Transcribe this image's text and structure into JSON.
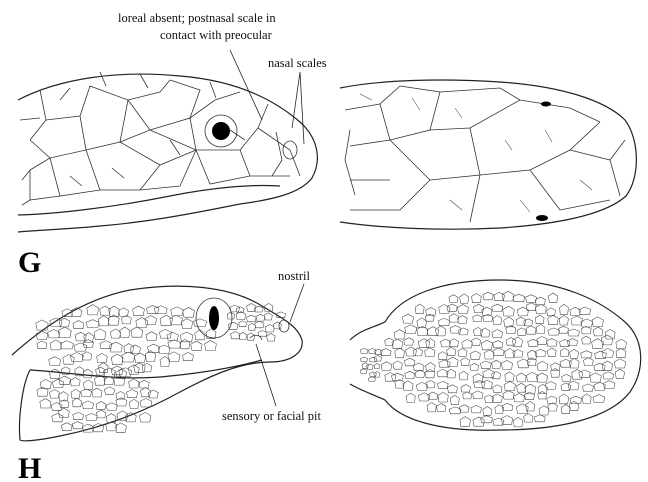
{
  "labels": {
    "loreal_line1": "loreal absent; postnasal scale in",
    "loreal_line2": "contact with preocular",
    "nasal_scales": "nasal scales",
    "nostril": "nostril",
    "pit": "sensory or facial pit"
  },
  "panels": {
    "g": "G",
    "h": "H"
  }
}
